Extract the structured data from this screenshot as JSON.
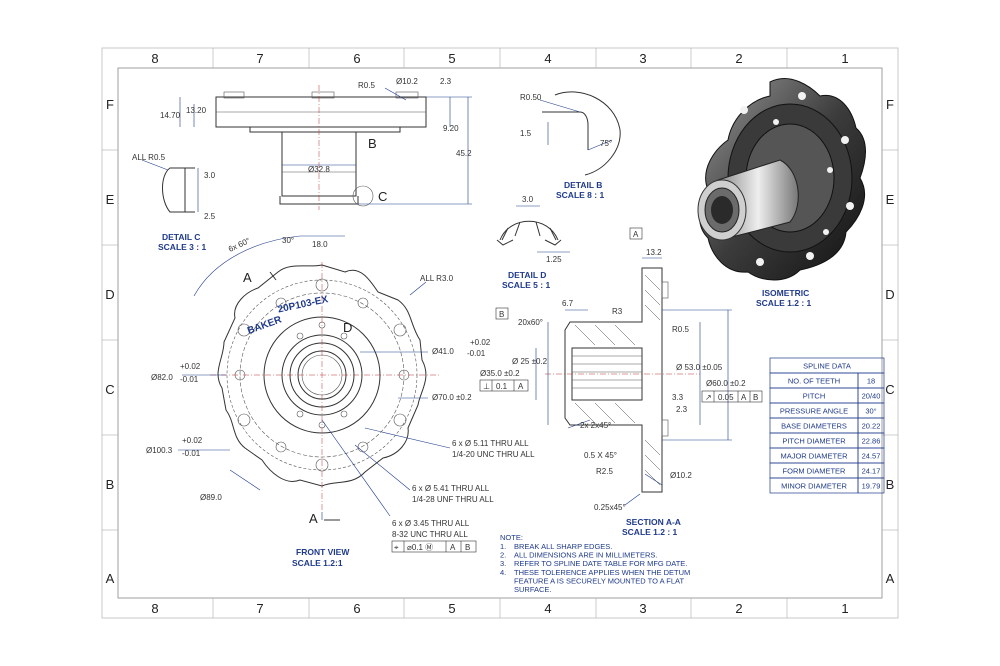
{
  "zones": {
    "columns": [
      "8",
      "7",
      "6",
      "5",
      "4",
      "3",
      "2",
      "1"
    ],
    "rows": [
      "F",
      "E",
      "D",
      "C",
      "B",
      "A"
    ]
  },
  "views": {
    "detail_c": [
      "DETAIL C",
      "SCALE 3 : 1"
    ],
    "detail_b": [
      "DETAIL B",
      "SCALE 8 : 1"
    ],
    "detail_d": [
      "DETAIL D",
      "SCALE 5 : 1"
    ],
    "front": [
      "FRONT VIEW",
      "SCALE 1.2:1"
    ],
    "section": [
      "SECTION A-A",
      "SCALE 1.2 : 1"
    ],
    "isometric": [
      "ISOMETRIC",
      "SCALE 1.2 : 1"
    ]
  },
  "dims": {
    "top_r05": "R0.5",
    "top_d102": "Ø10.2",
    "top_23": "2.3",
    "top_1470": "14.70",
    "top_1320": "13.20",
    "top_920": "9.20",
    "top_452": "45.2",
    "top_d328": "Ø32.8",
    "letter_b": "B",
    "letter_c": "C",
    "letter_a": "A",
    "letter_a2": "A",
    "letter_d": "D",
    "dc_allr": "ALL R0.5",
    "dc_30": "3.0",
    "dc_25": "2.5",
    "db_r050": "R0.50",
    "db_15": "1.5",
    "db_75": "75°",
    "dd_30": "3.0",
    "dd_125": "1.25",
    "fv_6x60": "6x 60°",
    "fv_30": "30°",
    "fv_180": "18.0",
    "fv_allr3": "ALL R3.0",
    "fv_d41_tol1": "+0.02",
    "fv_d41": "Ø41.0",
    "fv_d41_tol2": "-0.01",
    "fv_d82_tol1": "+0.02",
    "fv_d82": "Ø82.0",
    "fv_d82_tol2": "-0.01",
    "fv_d70": "Ø70.0 ±0.2",
    "fv_d100_tol1": "+0.02",
    "fv_d100": "Ø100.3",
    "fv_d100_tol2": "-0.01",
    "fv_d89": "Ø89.0",
    "fv_hole1a": "6 x Ø 5.11 THRU ALL",
    "fv_hole1b": "1/4-20 UNC THRU ALL",
    "fv_hole2a": "6 x Ø 5.41 THRU ALL",
    "fv_hole2b": "1/4-28 UNF THRU ALL",
    "fv_hole3a": "6 x Ø 3.45 THRU ALL",
    "fv_hole3b": "8-32 UNC THRU ALL",
    "fv_fcf": [
      "⌖",
      "⌀0.1 Ⓜ",
      "A",
      "B"
    ],
    "part_engraving": "20P103-EX",
    "part_brand": "BAKER",
    "sa_box_a": "A",
    "sa_box_b": "B",
    "sa_132": "13.2",
    "sa_67": "6.7",
    "sa_20x60": "20x60°",
    "sa_r3": "R3",
    "sa_r05": "R0.5",
    "sa_d25": "Ø 25 ±0.2",
    "sa_d35": "Ø35.0 ±0.2",
    "sa_fcf1": [
      "⊥",
      "0.1",
      "A"
    ],
    "sa_d53": "Ø 53.0 ±0.05",
    "sa_d60": "Ø60.0 ±0.2",
    "sa_fcf2": [
      "↗",
      "0.05",
      "A",
      "B"
    ],
    "sa_33": "3.3",
    "sa_23": "2.3",
    "sa_2x2x45": "2x 2x45°",
    "sa_05x45": "0.5 X 45°",
    "sa_r25": "R2.5",
    "sa_d102": "Ø10.2",
    "sa_025x45": "0.25x45°"
  },
  "spline_table": {
    "title": "SPLINE DATA",
    "rows": [
      [
        "NO. OF TEETH",
        "18"
      ],
      [
        "PITCH",
        "20/40"
      ],
      [
        "PRESSURE ANGLE",
        "30°"
      ],
      [
        "BASE DIAMETERS",
        "20.22"
      ],
      [
        "PITCH DIAMETER",
        "22.86"
      ],
      [
        "MAJOR DIAMETER",
        "24.57"
      ],
      [
        "FORM DIAMETER",
        "24.17"
      ],
      [
        "MINOR DIAMETER",
        "19.79"
      ]
    ]
  },
  "notes": {
    "title": "NOTE:",
    "lines": [
      [
        "1.",
        "BREAK ALL SHARP EDGES."
      ],
      [
        "2.",
        "ALL DIMENSIONS ARE IN MILLIMETERS."
      ],
      [
        "3.",
        "REFER TO SPLINE DATE TABLE FOR MFG DATE."
      ],
      [
        "4.",
        "THESE TOLERENCE APPLIES WHEN THE DETUM"
      ],
      [
        "",
        "FEATURE A IS SECURELY MOUNTED TO A FLAT"
      ],
      [
        "",
        "SURFACE."
      ]
    ]
  },
  "colors": {
    "annotation": "#1f3a8a",
    "centerline": "#b33333",
    "linework": "#333333"
  }
}
